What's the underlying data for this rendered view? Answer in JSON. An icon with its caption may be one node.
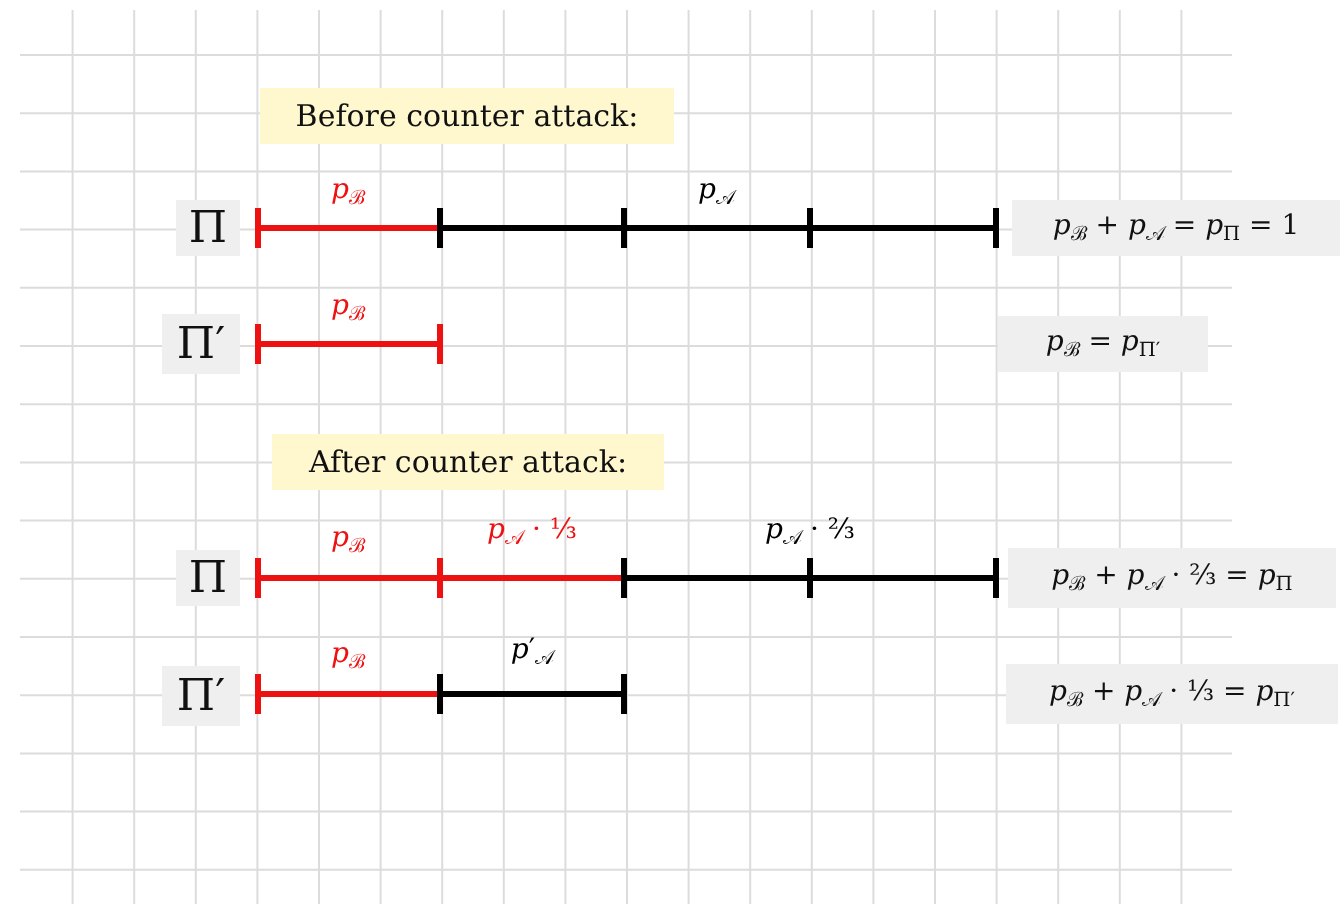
{
  "diagram": {
    "nodes": [
      {
        "text": [
          "Before counter attack:"
        ]
      },
      {
        "text": [
          "Π"
        ]
      },
      {
        "text": [
          "*p*$_{ℬ}$ + *p*$_{𝒜}$ = *p*$_{Π}$ = 1"
        ]
      },
      {
        "text": [
          "Π′"
        ]
      },
      {
        "text": [
          "*p*$_{ℬ}$ = *p*$_{Π′}$"
        ]
      },
      {
        "text": [
          "After counter attack:"
        ]
      },
      {
        "text": [
          "Π"
        ]
      },
      {
        "text": [
          "*p*$_{ℬ}$ + *p*$_{𝒜}$ · ⅔ = *p*$_{Π}$"
        ]
      },
      {
        "text": [
          "Π′"
        ]
      },
      {
        "text": [
          "*p*$_{ℬ}$ + *p*$_{𝒜}$ · ⅓ = *p*$_{Π′}$"
        ]
      }
    ],
    "labels": [
      "*p*$_{ℬ}$",
      "*p*$_{𝒜}$",
      "*p*$_{ℬ}$",
      "*p*$_{ℬ}$",
      "*p*$_{𝒜}$ · ⅓",
      "*p*$_{𝒜}$ · ⅔",
      "*p*$_{ℬ}$",
      "*p*′$_{𝒜}$"
    ]
  }
}
